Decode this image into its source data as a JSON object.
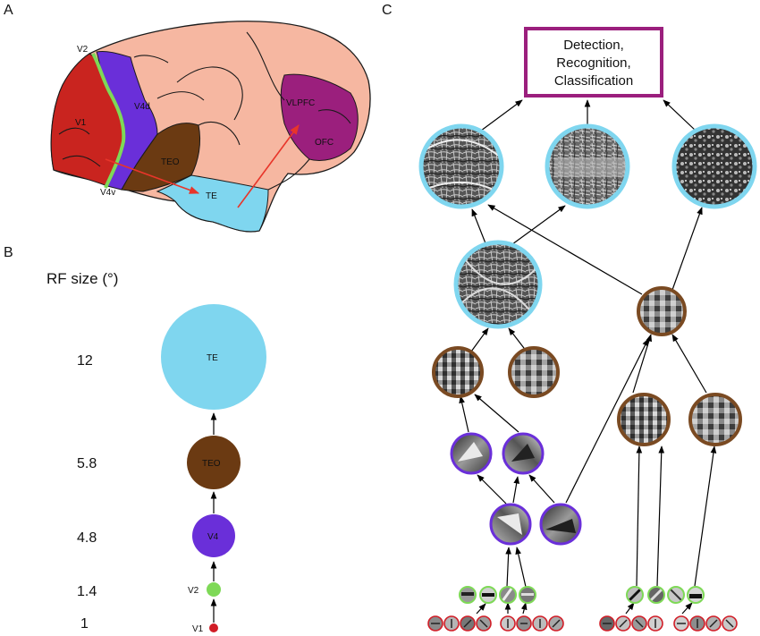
{
  "panels": {
    "a": "A",
    "b": "B",
    "c": "C"
  },
  "brain": {
    "labels": {
      "v2": "V2",
      "v1": "V1",
      "v4d": "V4d",
      "v4v": "V4v",
      "teo": "TEO",
      "te": "TE",
      "vlpfc": "VLPFC",
      "ofc": "OFC"
    },
    "colors": {
      "cortex": "#f6b7a1",
      "v1": "#c9241f",
      "v2_border": "#7ed957",
      "v4": "#6a2fd9",
      "teo": "#6b3a12",
      "te": "#7fd6ef",
      "pfc": "#9b1f7d",
      "arrow": "#e8352a"
    }
  },
  "rf_panel": {
    "title": "RF size (°)",
    "areas": [
      {
        "name": "TE",
        "rf": "12",
        "color": "#7fd6ef"
      },
      {
        "name": "TEO",
        "rf": "5.8",
        "color": "#6b3a12"
      },
      {
        "name": "V4",
        "rf": "4.8",
        "color": "#6a2fd9"
      },
      {
        "name": "V2",
        "rf": "1.4",
        "color": "#7ed957"
      },
      {
        "name": "V1",
        "rf": "1",
        "color": "#d11c26"
      }
    ]
  },
  "hierarchy": {
    "output_lines": [
      "Detection,",
      "Recognition,",
      "Classification"
    ],
    "output_border": "#9b1f7d",
    "ring_colors": {
      "te": "#7fd6ef",
      "teo": "#7a4a22",
      "v4": "#6a2fd9",
      "v2": "#7ed957",
      "v1": "#d11c26"
    }
  }
}
